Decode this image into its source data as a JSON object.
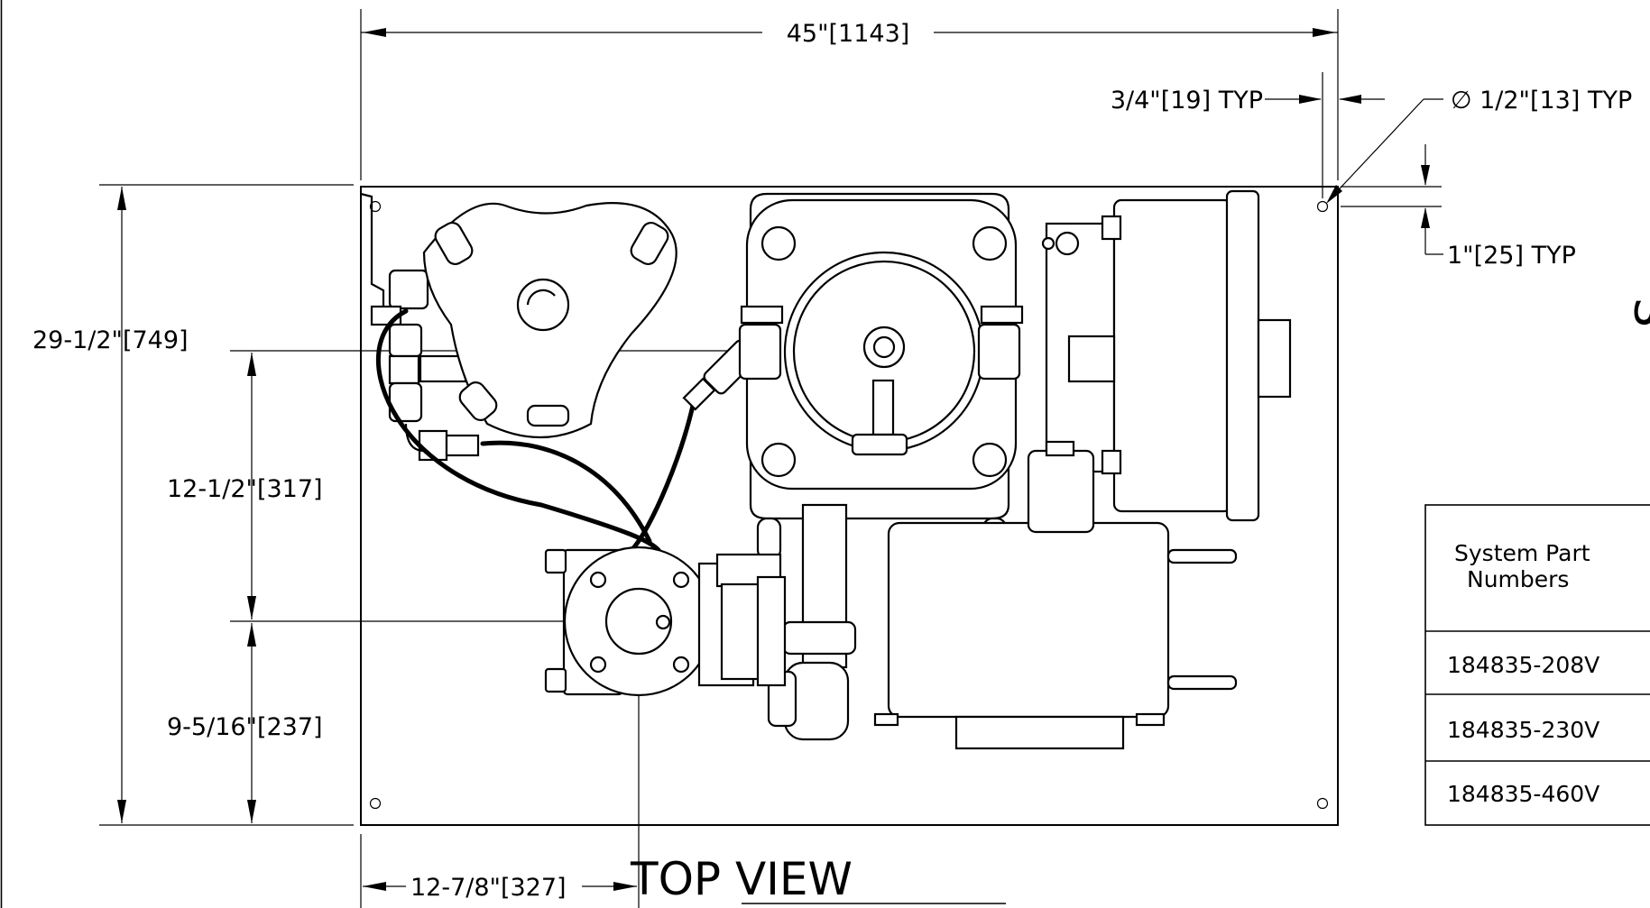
{
  "view_title": "TOP VIEW",
  "dimensions": {
    "overall_width": "45\"[1143]",
    "edge_offset": "3/4\"[19] TYP",
    "hole_diameter": "∅ 1/2\"[13] TYP",
    "hole_vertical": "1\"[25] TYP",
    "overall_height": "29-1/2\"[749]",
    "inlet_height": "12-1/2\"[317]",
    "outlet_height": "9-5/16\"[237]",
    "outlet_offset": "12-7/8\"[327]"
  },
  "part_table": {
    "header_line1": "System Part",
    "header_line2": "Numbers",
    "rows": [
      "184835-208V",
      "184835-230V",
      "184835-460V"
    ]
  }
}
